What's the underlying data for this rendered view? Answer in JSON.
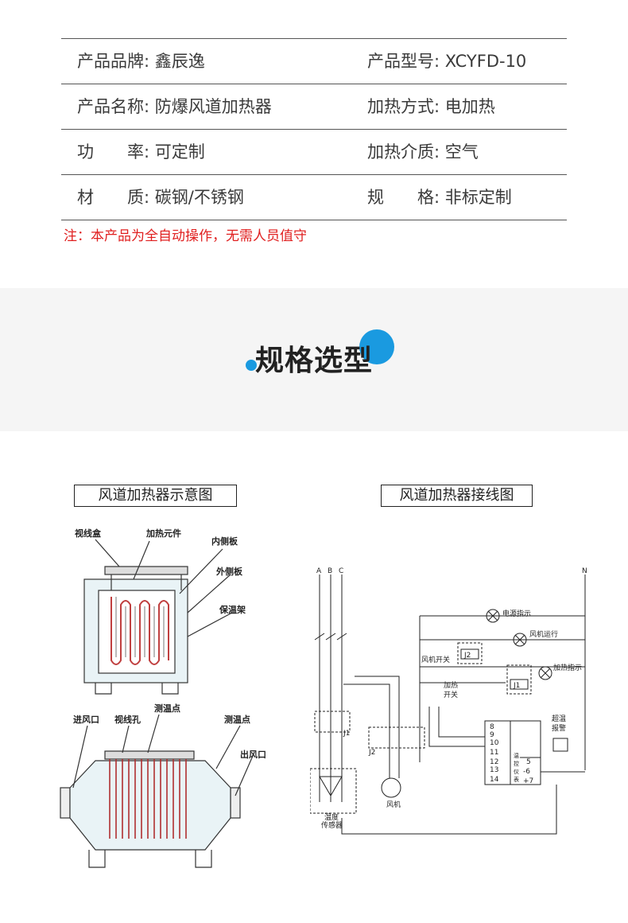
{
  "specs": [
    {
      "l1": "产品品牌:",
      "v1": "鑫辰逸",
      "l2": "产品型号:",
      "v2": "XCYFD-10"
    },
    {
      "l1": "产品名称:",
      "v1": "防爆风道加热器",
      "l2": "加热方式:",
      "v2": "电加热"
    },
    {
      "l1": "功　　率:",
      "v1": "可定制",
      "l2": "加热介质:",
      "v2": "空气"
    },
    {
      "l1": "材　　质:",
      "v1": "碳钢/不锈钢",
      "l2": "规　　格:",
      "v2": "非标定制"
    }
  ],
  "note": "注：本产品为全自动操作，无需人员值守",
  "section_title": "规格选型",
  "left_diagram": {
    "title": "风道加热器示意图",
    "labels": {
      "junction_box": "视线盒",
      "heating_element": "加热元件",
      "inner_plate": "内侧板",
      "outer_plate": "外侧板",
      "insulation_frame": "保温架",
      "air_inlet": "进风口",
      "wire_hole": "视线孔",
      "temp_point_1": "测温点",
      "temp_point_2": "测温点",
      "air_outlet": "出风口"
    }
  },
  "right_diagram": {
    "title": "风道加热器接线图",
    "labels": {
      "a": "A",
      "b": "B",
      "c": "C",
      "n": "N",
      "power_ind": "电源指示",
      "fan_run": "风机运行",
      "fan_switch": "风机开关",
      "j2": "J2",
      "heat_switch_1": "加热",
      "heat_switch_2": "开关",
      "j1": "J1",
      "heat_ind": "加热指示",
      "j1b": "J1",
      "j2b": "J2",
      "over_temp_1": "超温",
      "over_temp_2": "报警",
      "fan": "风机",
      "sensor_1": "温度",
      "sensor_2": "传感器",
      "t8": "8",
      "t9": "9",
      "t10": "10",
      "t11": "11",
      "t12": "12",
      "t13": "13",
      "t14": "14",
      "t5": "5",
      "t6": "-6",
      "t7": "+7",
      "meter": [
        "温",
        "控",
        "仪",
        "表"
      ]
    }
  }
}
